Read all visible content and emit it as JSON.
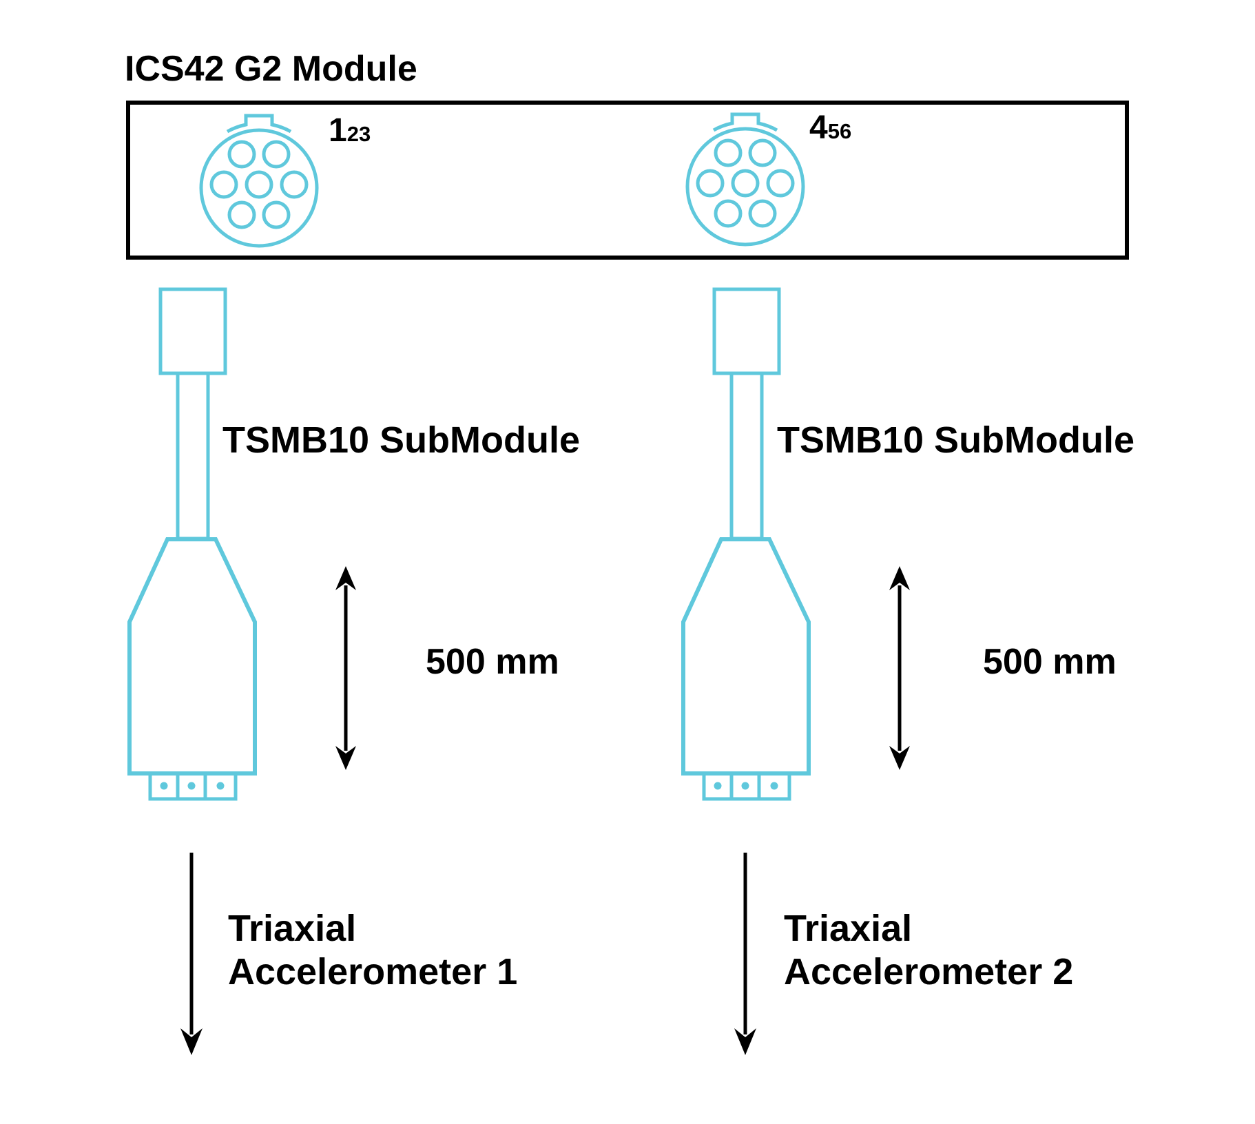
{
  "diagram": {
    "title": "ICS42 G2 Module",
    "colors": {
      "connector_line": "#5FC8DC",
      "outline_black": "#000000",
      "text": "#000000",
      "background": "#ffffff"
    },
    "module": {
      "connectors": [
        {
          "label_big": "1",
          "label_small": "23"
        },
        {
          "label_big": "4",
          "label_small": "56"
        }
      ]
    },
    "branches": [
      {
        "submodule_label": "TSMB10 SubModule",
        "cable_length": "500 mm",
        "sensor_line1": "Triaxial",
        "sensor_line2": "Accelerometer 1"
      },
      {
        "submodule_label": "TSMB10 SubModule",
        "cable_length": "500 mm",
        "sensor_line1": "Triaxial",
        "sensor_line2": "Accelerometer 2"
      }
    ]
  }
}
